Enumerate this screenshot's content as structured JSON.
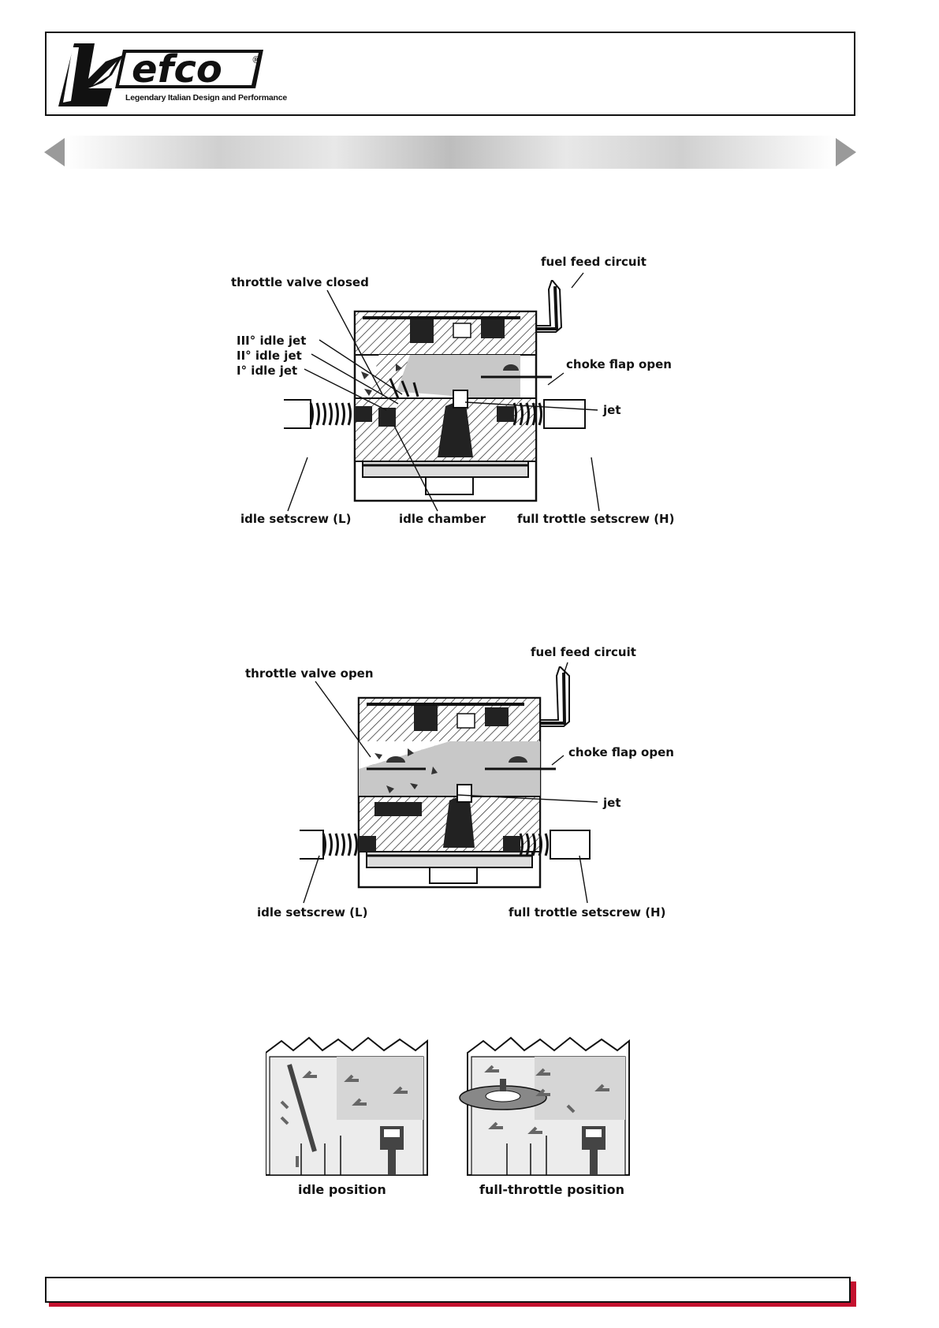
{
  "header": {
    "brand": "efco",
    "registered": "®",
    "tagline": "Legendary Italian Design and Performance"
  },
  "diagram_idle": {
    "throttle": "throttle valve closed",
    "fuel_feed": "fuel feed circuit",
    "jet3": "III° idle jet",
    "jet2": "II° idle jet",
    "jet1": "I° idle jet",
    "choke": "choke flap open",
    "jet": "jet",
    "idle_screw": "idle setscrew (L)",
    "idle_chamber": "idle chamber",
    "full_screw": "full trottle setscrew (H)"
  },
  "diagram_full": {
    "throttle": "throttle valve open",
    "fuel_feed": "fuel feed circuit",
    "choke": "choke flap open",
    "jet": "jet",
    "idle_screw": "idle setscrew (L)",
    "full_screw": "full trottle setscrew (H)"
  },
  "positions": {
    "idle": "idle position",
    "full": "full-throttle position"
  }
}
